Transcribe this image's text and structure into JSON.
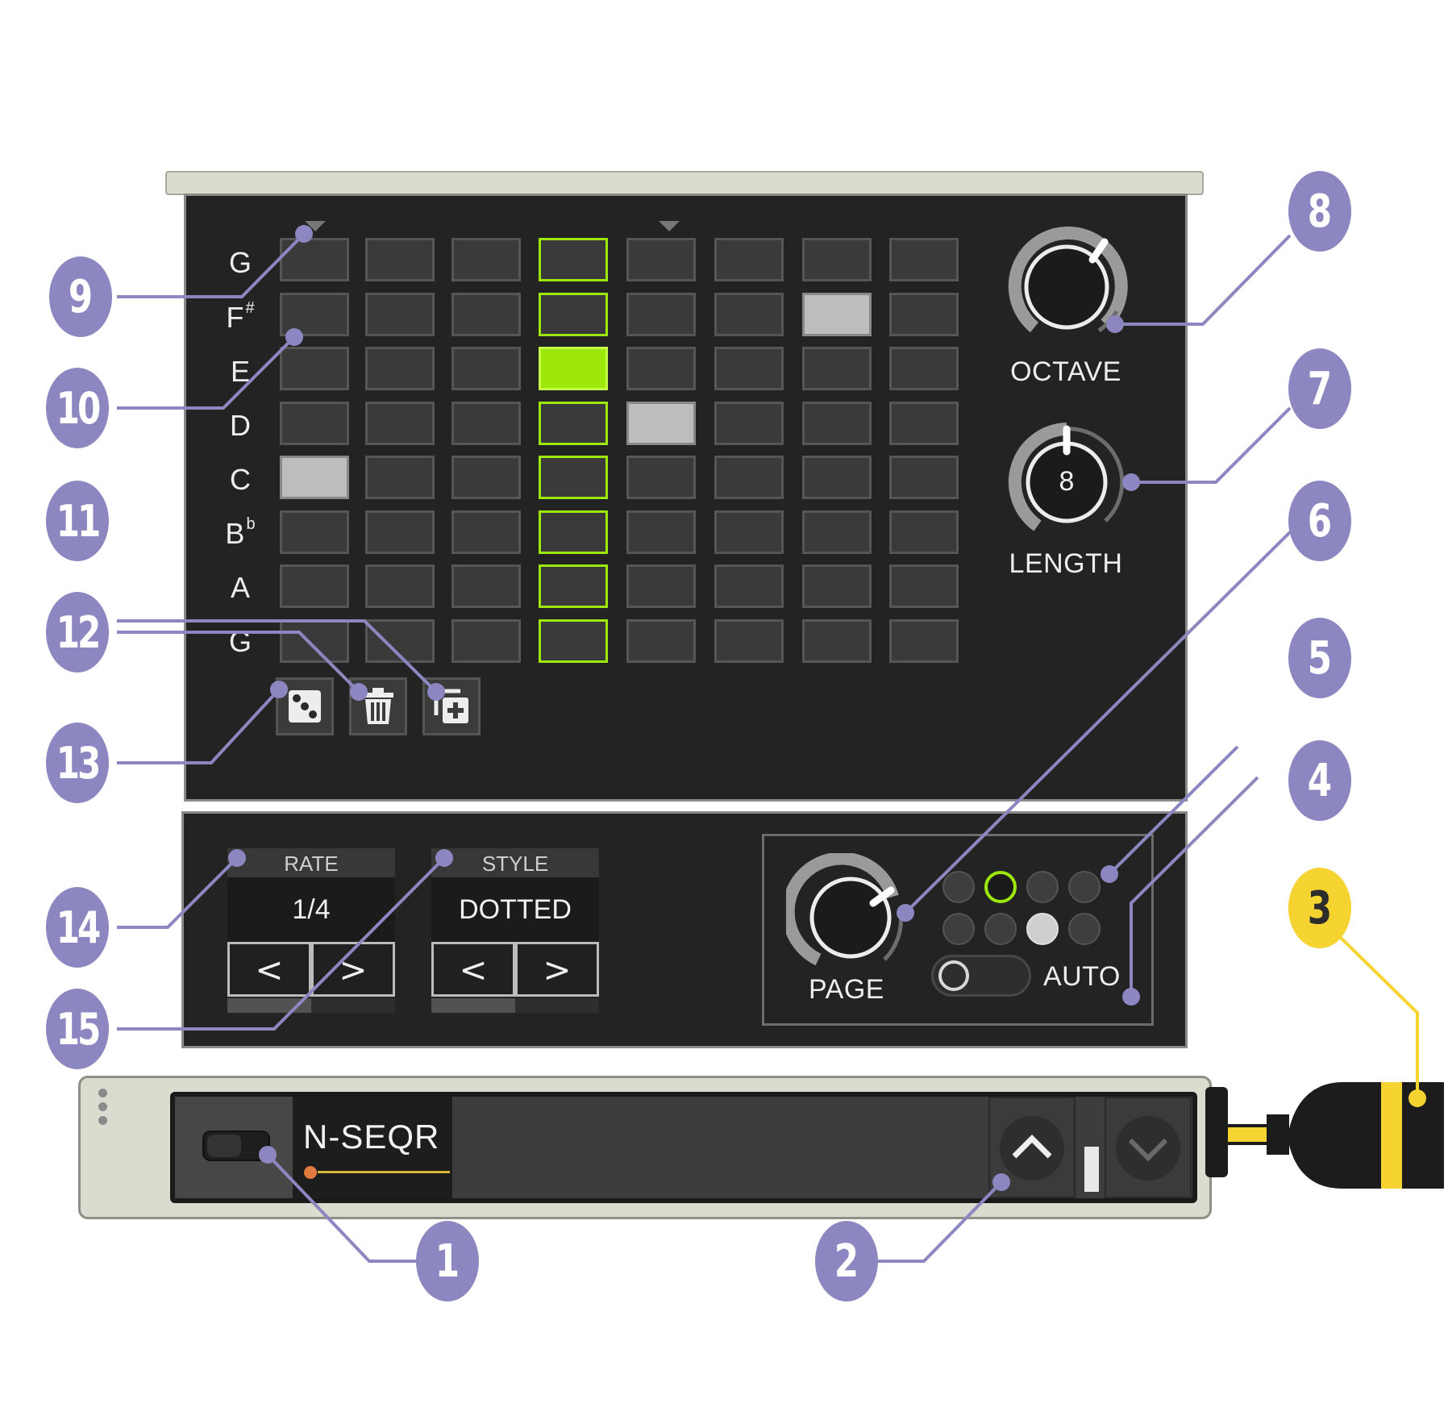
{
  "grid": {
    "notes": [
      {
        "name": "G",
        "sup": ""
      },
      {
        "name": "F",
        "sup": "#"
      },
      {
        "name": "E",
        "sup": ""
      },
      {
        "name": "D",
        "sup": ""
      },
      {
        "name": "C",
        "sup": ""
      },
      {
        "name": "B",
        "sup": "b"
      },
      {
        "name": "A",
        "sup": ""
      },
      {
        "name": "G",
        "sup": ""
      }
    ],
    "steps": 8,
    "playhead_step": 4,
    "step_markers": [
      1,
      5
    ],
    "active_notes": [
      {
        "row": 1,
        "col": 7,
        "state": "on"
      },
      {
        "row": 2,
        "col": 4,
        "state": "active"
      },
      {
        "row": 3,
        "col": 5,
        "state": "on"
      },
      {
        "row": 4,
        "col": 1,
        "state": "on"
      }
    ]
  },
  "controls": {
    "octave_label": "OCTAVE",
    "length_label": "LENGTH",
    "length_value": "8",
    "page_label": "PAGE",
    "auto_label": "AUTO"
  },
  "tools": {
    "randomize_icon": "dice-icon",
    "clear_icon": "trash-icon",
    "copy_icon": "copy-add-icon"
  },
  "rate": {
    "header": "RATE",
    "value": "1/4",
    "prev": "<",
    "next": ">",
    "progress": 0.5
  },
  "style": {
    "header": "STYLE",
    "value": "DOTTED",
    "prev": "<",
    "next": ">",
    "progress": 0.5
  },
  "pages": {
    "count": 8,
    "selected": 2,
    "lit": 7
  },
  "module": {
    "name": "N-SEQR",
    "menu_icon": "vertical-dots-icon"
  },
  "callouts": [
    "1",
    "2",
    "3",
    "4",
    "5",
    "6",
    "7",
    "8",
    "9",
    "10",
    "11",
    "12",
    "13",
    "14",
    "15"
  ],
  "colors": {
    "accent_green": "#9de80a",
    "callout_purple": "#8c87c0",
    "callout_yellow": "#f5d431",
    "panel": "#232323"
  }
}
